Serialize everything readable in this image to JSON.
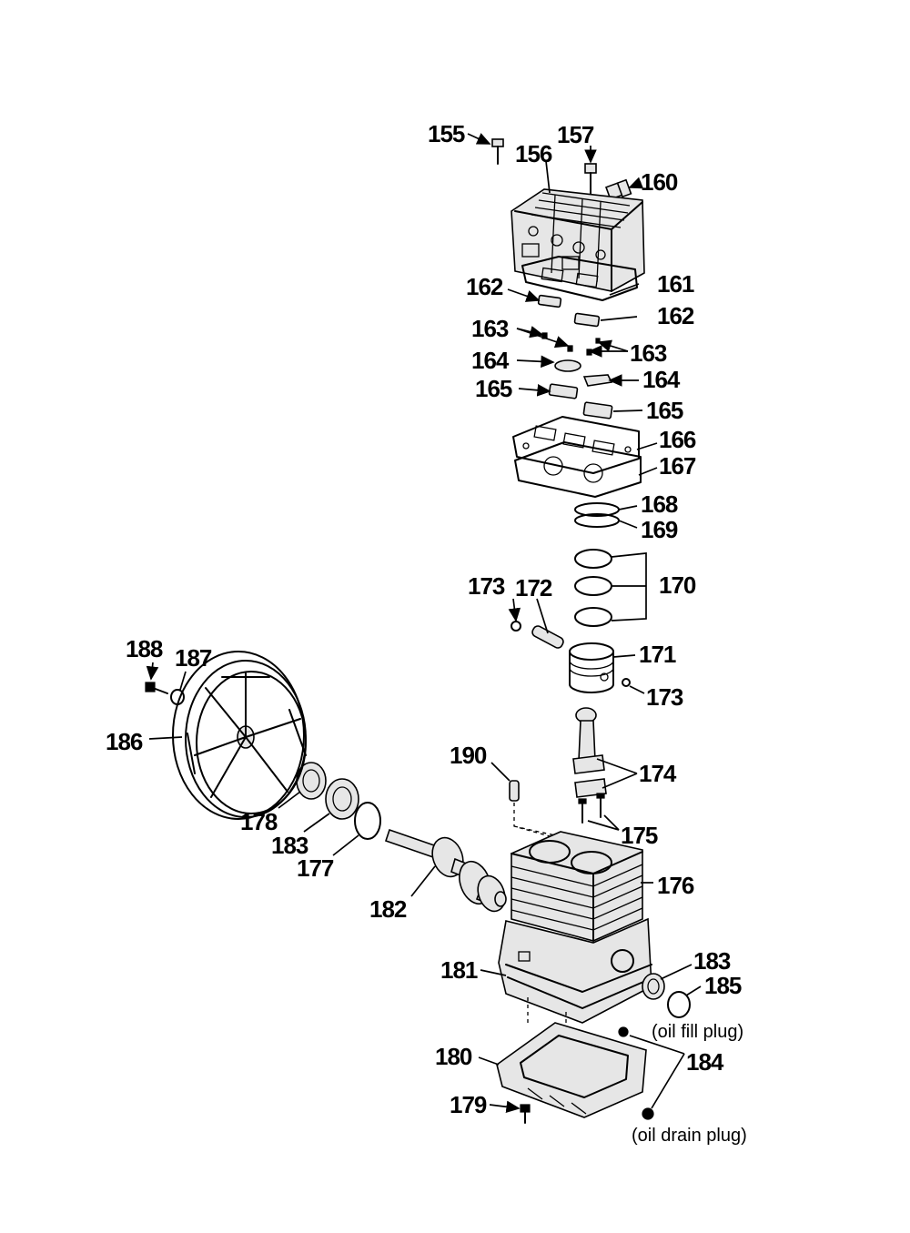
{
  "labels": {
    "p155": "155",
    "p156": "156",
    "p157": "157",
    "p160": "160",
    "p161": "161",
    "p162a": "162",
    "p162b": "162",
    "p163a": "163",
    "p163b": "163",
    "p164a": "164",
    "p164b": "164",
    "p165a": "165",
    "p165b": "165",
    "p166": "166",
    "p167": "167",
    "p168": "168",
    "p169": "169",
    "p170": "170",
    "p171": "171",
    "p172": "172",
    "p173a": "173",
    "p173b": "173",
    "p174": "174",
    "p175": "175",
    "p176": "176",
    "p177": "177",
    "p178": "178",
    "p179": "179",
    "p180": "180",
    "p181": "181",
    "p182": "182",
    "p183a": "183",
    "p183b": "183",
    "p184": "184",
    "p185": "185",
    "p186": "186",
    "p187": "187",
    "p188": "188",
    "p190": "190"
  },
  "notes": {
    "oil_fill": "(oil fill plug)",
    "oil_drain": "(oil drain plug)"
  }
}
